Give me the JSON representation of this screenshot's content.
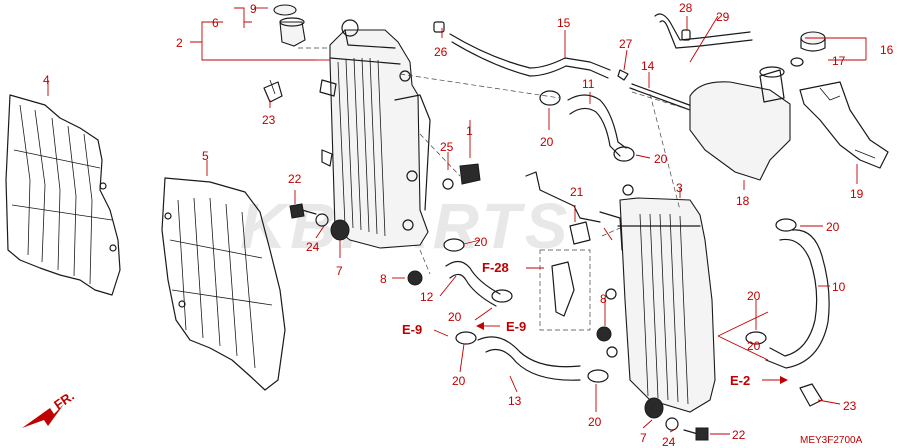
{
  "diagram": {
    "reference_code": "MEY3F2700A",
    "watermark": "KBPARTS",
    "front_indicator": "FR.",
    "callouts": [
      {
        "id": "c1",
        "text": "1"
      },
      {
        "id": "c2",
        "text": "2"
      },
      {
        "id": "c3",
        "text": "3"
      },
      {
        "id": "c4",
        "text": "4"
      },
      {
        "id": "c5",
        "text": "5"
      },
      {
        "id": "c6",
        "text": "6"
      },
      {
        "id": "c7a",
        "text": "7"
      },
      {
        "id": "c7b",
        "text": "7"
      },
      {
        "id": "c8a",
        "text": "8"
      },
      {
        "id": "c8b",
        "text": "8"
      },
      {
        "id": "c9",
        "text": "9"
      },
      {
        "id": "c10",
        "text": "10"
      },
      {
        "id": "c11",
        "text": "11"
      },
      {
        "id": "c12",
        "text": "12"
      },
      {
        "id": "c13",
        "text": "13"
      },
      {
        "id": "c14",
        "text": "14"
      },
      {
        "id": "c15",
        "text": "15"
      },
      {
        "id": "c16",
        "text": "16"
      },
      {
        "id": "c17",
        "text": "17"
      },
      {
        "id": "c18",
        "text": "18"
      },
      {
        "id": "c19",
        "text": "19"
      },
      {
        "id": "c20a",
        "text": "20"
      },
      {
        "id": "c20b",
        "text": "20"
      },
      {
        "id": "c20c",
        "text": "20"
      },
      {
        "id": "c20d",
        "text": "20"
      },
      {
        "id": "c20e",
        "text": "20"
      },
      {
        "id": "c20f",
        "text": "20"
      },
      {
        "id": "c20g",
        "text": "20"
      },
      {
        "id": "c20h",
        "text": "20"
      },
      {
        "id": "c20i",
        "text": "20"
      },
      {
        "id": "c21",
        "text": "21"
      },
      {
        "id": "c22a",
        "text": "22"
      },
      {
        "id": "c22b",
        "text": "22"
      },
      {
        "id": "c23a",
        "text": "23"
      },
      {
        "id": "c23b",
        "text": "23"
      },
      {
        "id": "c24a",
        "text": "24"
      },
      {
        "id": "c24b",
        "text": "24"
      },
      {
        "id": "c25",
        "text": "25"
      },
      {
        "id": "c26",
        "text": "26"
      },
      {
        "id": "c27",
        "text": "27"
      },
      {
        "id": "c28",
        "text": "28"
      },
      {
        "id": "c29",
        "text": "29"
      }
    ],
    "section_refs": [
      {
        "id": "r1",
        "text": "F-28"
      },
      {
        "id": "r2",
        "text": "E-9"
      },
      {
        "id": "r3",
        "text": "E-9"
      },
      {
        "id": "r4",
        "text": "E-2"
      }
    ]
  }
}
